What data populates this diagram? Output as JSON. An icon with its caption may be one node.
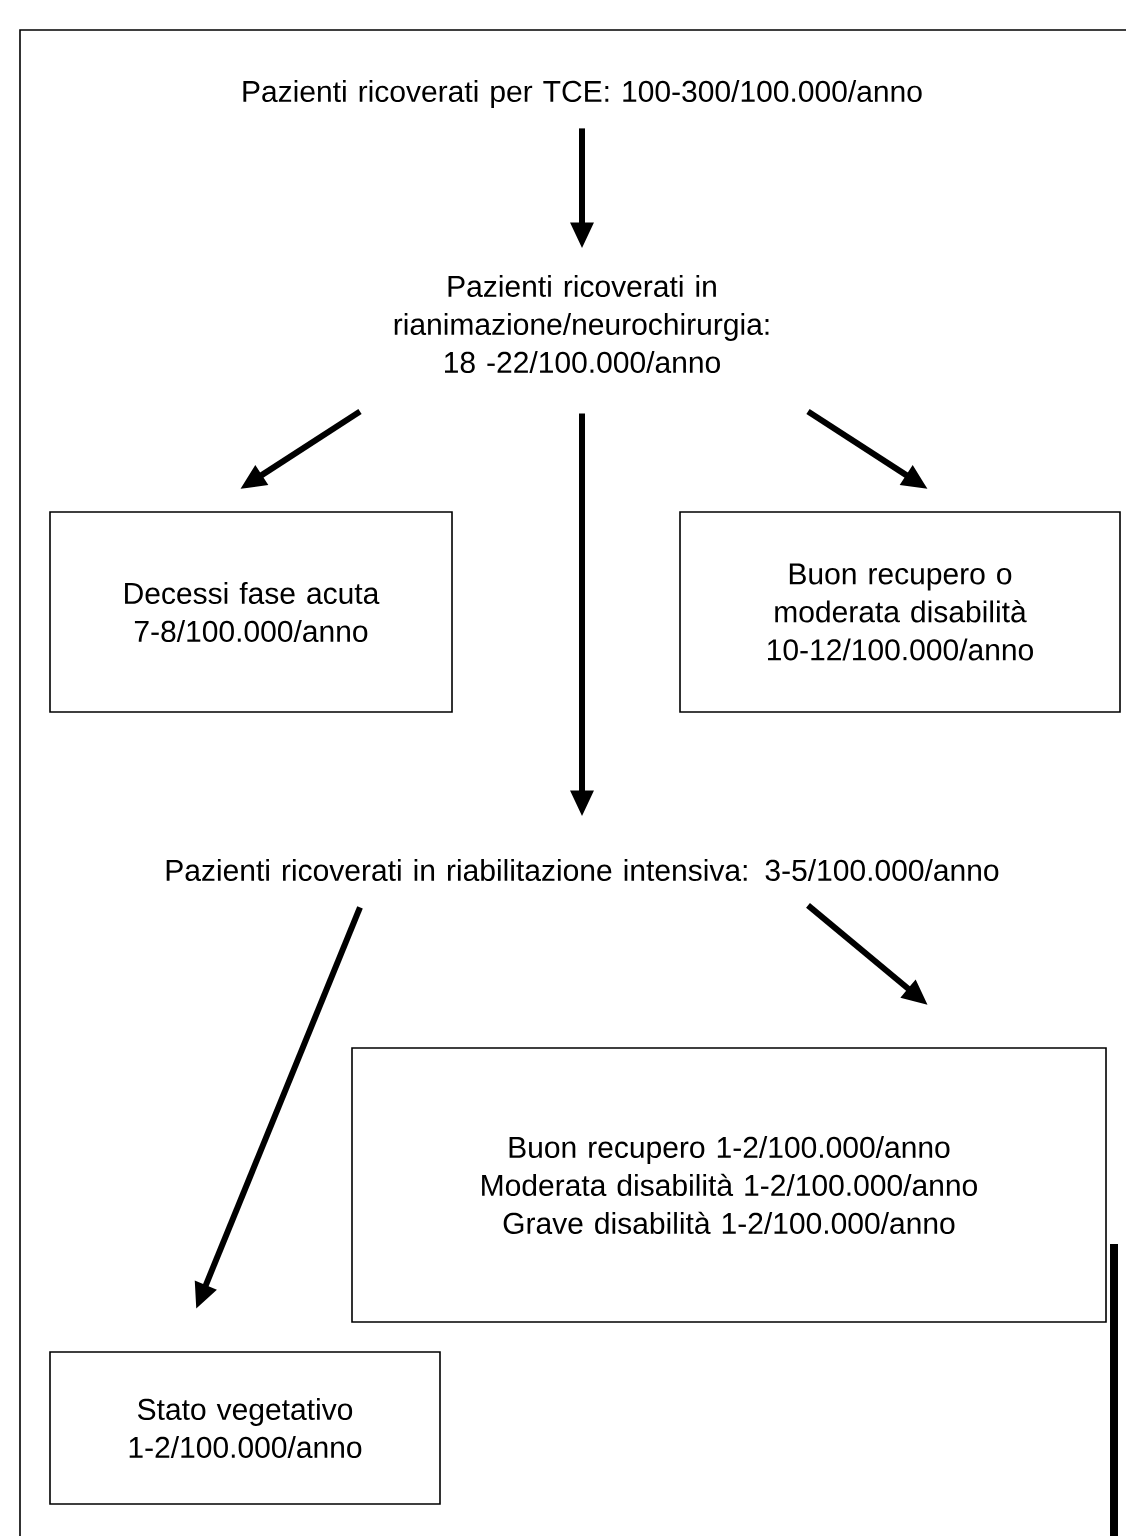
{
  "diagram": {
    "nodes": [
      {
        "text": [
          "Pazienti ricoverati per TCE: 100-300/100.000/anno"
        ]
      },
      {
        "text": [
          "Pazienti ricoverati in rianimazione/neurochirurgia: 18 -22/100.000/anno"
        ]
      },
      {
        "text": [
          "Decessi fase acuta 7-8/100.000/anno"
        ]
      },
      {
        "text": [
          "Buon recupero o moderata disabilità 10-12/100.000/anno"
        ]
      },
      {
        "text": [
          "Pazienti ricoverati in riabilitazione intensiva: 3-5/100.000/anno"
        ]
      },
      {
        "text": [
          "Buon recupero 1-2/100.000/anno",
          "Moderata disabilità 1-2/100.000/anno",
          "Grave disabilità 1-2/100.000/anno"
        ]
      },
      {
        "text": [
          "Stato vegetativo 1-2/100.000/anno"
        ]
      }
    ],
    "edges": [
      {
        "from": 0,
        "to": 1,
        "arrow": "to"
      },
      {
        "from": 1,
        "to": 2,
        "arrow": "to"
      },
      {
        "from": 1,
        "to": 3,
        "arrow": "to"
      },
      {
        "from": 1,
        "to": 4,
        "arrow": "to"
      },
      {
        "from": 4,
        "to": 6,
        "arrow": "to"
      },
      {
        "from": 4,
        "to": 5,
        "arrow": "to"
      }
    ]
  }
}
